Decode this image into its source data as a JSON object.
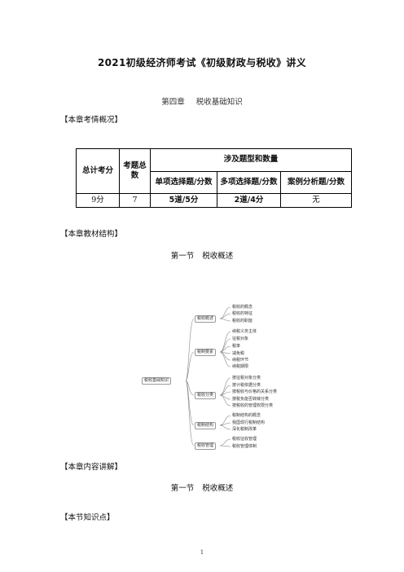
{
  "doc": {
    "title": "2021初级经济师考试《初级财政与税收》讲义",
    "chapter_no": "第四章",
    "chapter_name": "税收基础知识",
    "sections": {
      "exam_overview": "【本章考情概况】",
      "textbook_structure": "【本章教材结构】",
      "content_lecture": "【本章内容讲解】",
      "knowledge_points": "【本节知识点】"
    },
    "section_heading_1": {
      "no": "第一节",
      "name": "税收概述"
    },
    "section_heading_2": {
      "no": "第一节",
      "name": "税收概述"
    },
    "page_number": "1"
  },
  "exam_table": {
    "h_total": "总计考分",
    "h_count": "考题总数",
    "h_types": "涉及题型和数量",
    "h_single": "单项选择题/分数",
    "h_multi": "多项选择题/分数",
    "h_case": "案例分析题/分数",
    "row": {
      "total": "9分",
      "count": "7",
      "single": "5道/5分",
      "multi": "2道/4分",
      "case": "无"
    }
  },
  "mindmap": {
    "root": "税收基础知识",
    "branches": [
      {
        "label": "税收概述",
        "leaves": [
          "税收的概念",
          "税收的特征",
          "税收的职能"
        ]
      },
      {
        "label": "税制要素",
        "leaves": [
          "纳税义务主体",
          "征税对象",
          "税率",
          "减免税",
          "纳税环节",
          "纳税期限"
        ]
      },
      {
        "label": "税收分类",
        "leaves": [
          "按征税对象分类",
          "按计税依据分类",
          "按税收与价格的关系分类",
          "按税负能否转嫁分类",
          "按税收的管理权限分类"
        ]
      },
      {
        "label": "税制结构",
        "leaves": [
          "税制结构的概念",
          "我国现行税制结构",
          "深化税制改革"
        ]
      },
      {
        "label": "税收管理",
        "leaves": [
          "税收征收管理",
          "税收管理体制"
        ]
      }
    ]
  }
}
